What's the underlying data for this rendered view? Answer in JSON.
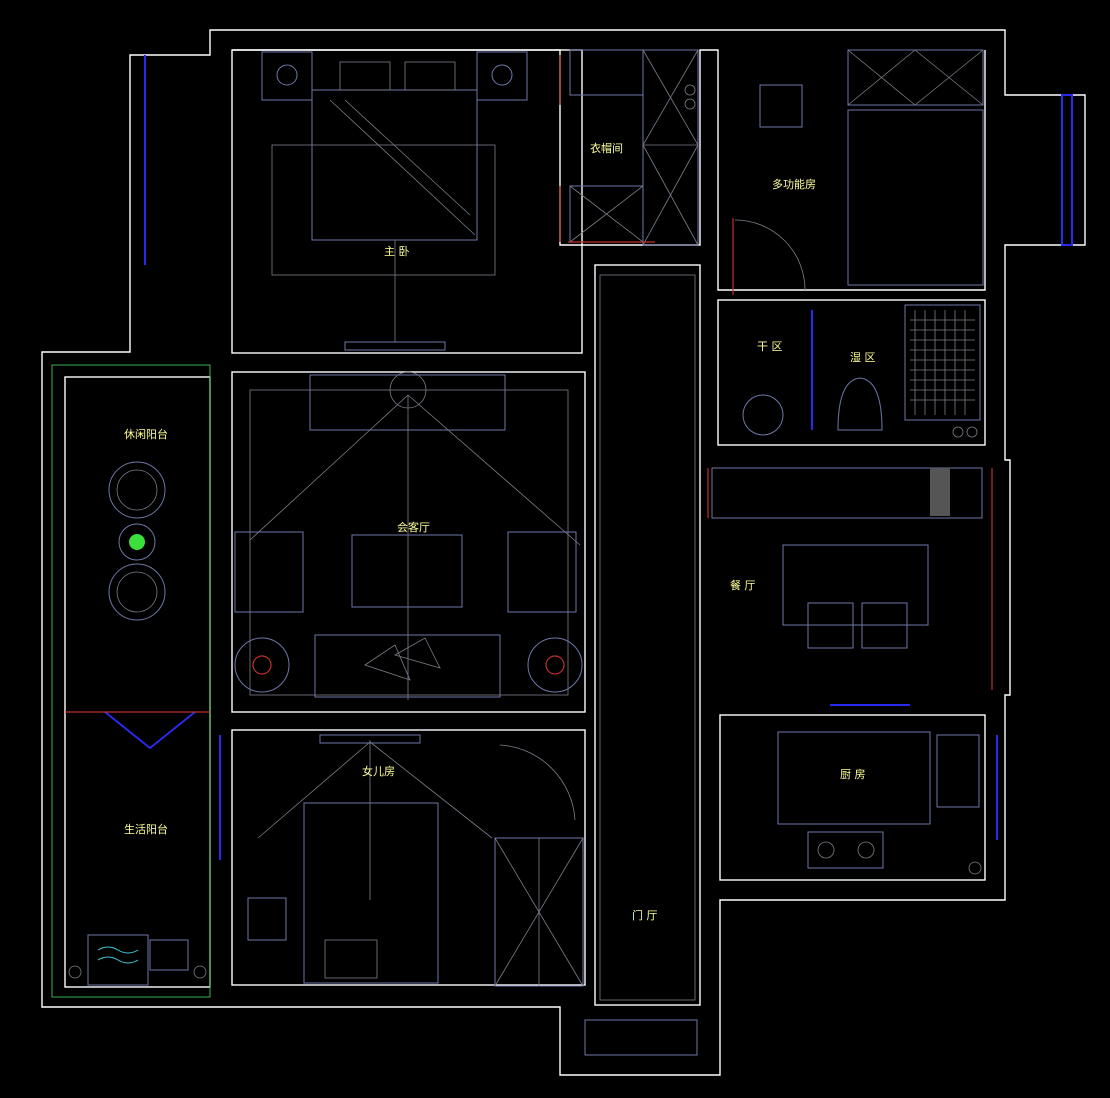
{
  "plan": {
    "rooms": {
      "master_bedroom": "主 卧",
      "walk_in_closet": "衣帽间",
      "multifunction_room": "多功能房",
      "dry_zone": "干 区",
      "wet_zone": "湿 区",
      "leisure_balcony": "休闲阳台",
      "living_room": "会客厅",
      "dining_room": "餐 厅",
      "kitchen": "厨 房",
      "daughter_room": "女儿房",
      "service_balcony": "生活阳台",
      "foyer": "门 厅"
    },
    "colors": {
      "background": "#000000",
      "wall": "#ffffff",
      "furniture": "#6e77a8",
      "label": "#ffff9a",
      "window": "#2a2aee",
      "door": "#c0302a"
    }
  }
}
